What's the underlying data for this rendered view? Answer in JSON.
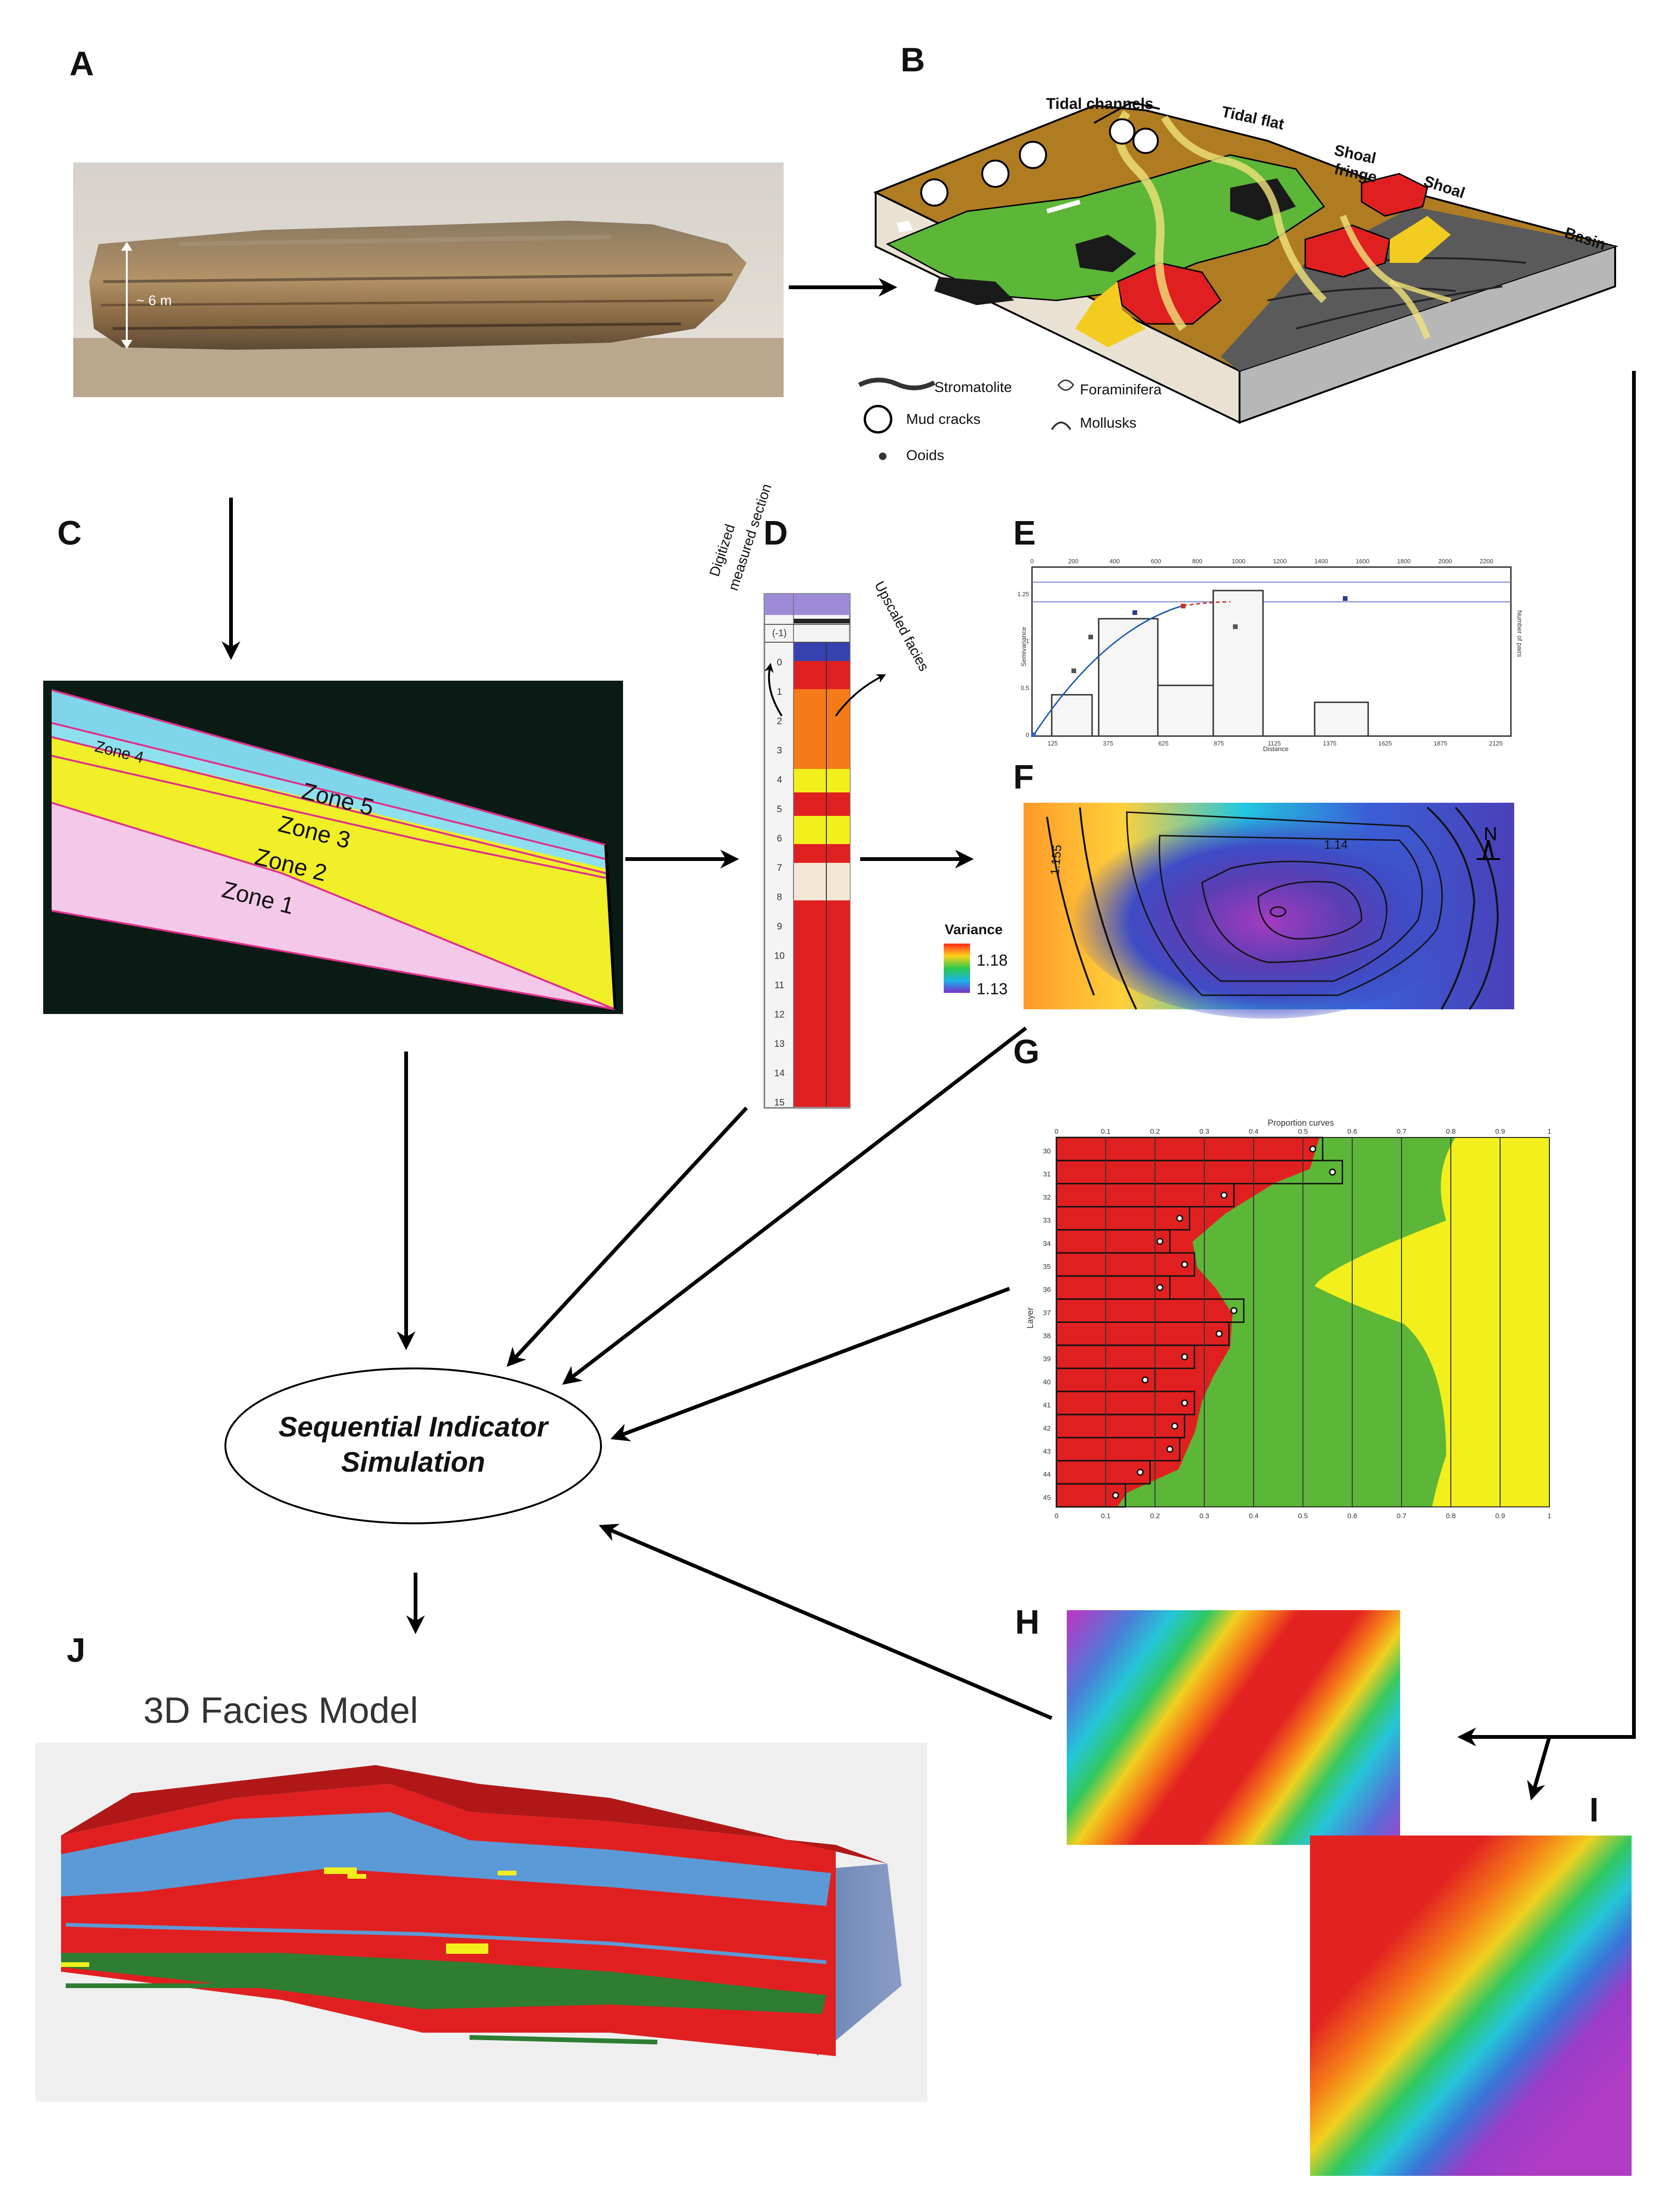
{
  "panel_letters": {
    "a": "A",
    "b": "B",
    "c": "C",
    "d": "D",
    "e": "E",
    "f": "F",
    "g": "G",
    "h": "H",
    "i": "I",
    "j": "J"
  },
  "panel_a": {
    "height_label": "~ 6 m"
  },
  "panel_b": {
    "environments": [
      "Tidal channels",
      "Tidal flat",
      "Shoal",
      "fringe",
      "Shoal",
      "Basin"
    ],
    "legend": [
      "Stromatolite",
      "Mud cracks",
      "Ooids",
      "Foraminifera",
      "Mollusks"
    ]
  },
  "panel_c": {
    "zones": [
      "Zone 5",
      "Zone 4",
      "Zone 3",
      "Zone 2",
      "Zone 1"
    ]
  },
  "panel_d": {
    "left_caption_1": "Digitized",
    "left_caption_2": "measured section",
    "right_caption": "Upscaled facies",
    "depth_ticks": [
      "(-1)",
      "0",
      "1",
      "2",
      "3",
      "4",
      "5",
      "6",
      "7",
      "8",
      "9",
      "10",
      "11",
      "12",
      "13",
      "14",
      "15"
    ]
  },
  "panel_e": {
    "top_ticks": [
      "0",
      "200",
      "400",
      "600",
      "800",
      "1000",
      "1200",
      "1400",
      "1600",
      "1800",
      "2000",
      "2200"
    ],
    "bottom_ticks": [
      "125",
      "375",
      "625",
      "875",
      "1125",
      "1375",
      "1625",
      "1875",
      "2125"
    ],
    "y_ticks": [
      "0",
      "0.5",
      "1",
      "1.25"
    ],
    "xlabel": "Distance",
    "ylabel": "Semivariance",
    "right_label": "Number of pairs"
  },
  "panel_f": {
    "legend_title": "Variance",
    "legend_max": "1.18",
    "legend_min": "1.13",
    "north": "N",
    "contour_labels": [
      "1.14",
      "1.155"
    ]
  },
  "panel_g": {
    "title": "Proportion curves",
    "ylabel": "Layer",
    "x_ticks": [
      "0",
      "0.1",
      "0.2",
      "0.3",
      "0.4",
      "0.5",
      "0.6",
      "0.7",
      "0.8",
      "0.9",
      "1"
    ],
    "layers": [
      "30",
      "31",
      "32",
      "33",
      "34",
      "35",
      "36",
      "37",
      "38",
      "39",
      "40",
      "41",
      "42",
      "43",
      "44",
      "45"
    ]
  },
  "center": {
    "simulation_line1": "Sequential Indicator",
    "simulation_line2": "Simulation"
  },
  "panel_j": {
    "title": "3D Facies Model"
  },
  "colors": {
    "facies_red": "#e02020",
    "facies_green": "#5cb637",
    "facies_yellow": "#f2ef1c",
    "facies_blue": "#5b9ad6",
    "basin_grey": "#555555",
    "tidal_flat_brown": "#b07c22"
  }
}
